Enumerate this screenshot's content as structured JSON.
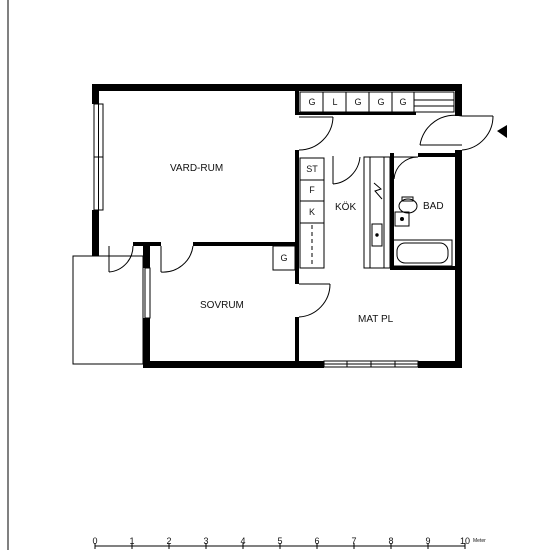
{
  "rooms": {
    "living": "VARD-RUM",
    "bedroom": "SOVRUM",
    "kitchen": "KÖK",
    "bath": "BAD",
    "dining": "MAT PL"
  },
  "wardrobes_top": [
    "G",
    "L",
    "G",
    "G",
    "G"
  ],
  "kitchen_cabinets": [
    "ST",
    "F",
    "K"
  ],
  "bedroom_wardrobe": "G",
  "scale": {
    "ticks": [
      "0",
      "1",
      "2",
      "3",
      "4",
      "5",
      "6",
      "7",
      "8",
      "9",
      "10"
    ],
    "unit": "Meter"
  }
}
